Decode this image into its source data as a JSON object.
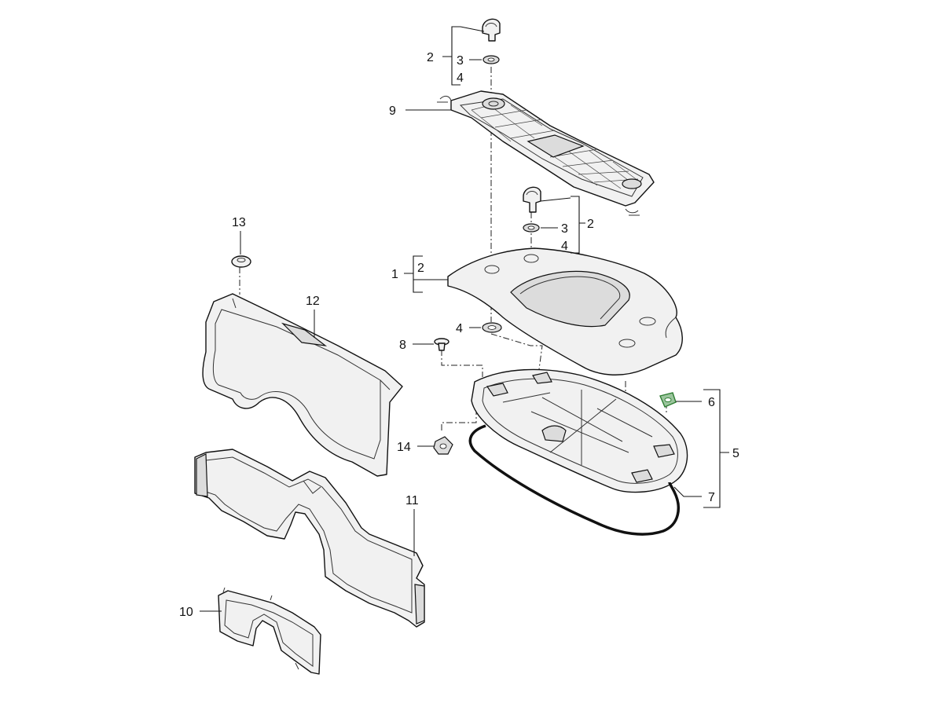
{
  "diagram": {
    "accent_color": "#2e7d32",
    "callouts": {
      "c1": "1",
      "c1b": "2",
      "c2a": "2",
      "c3a": "3",
      "c4a": "4",
      "c2b": "2",
      "c3b": "3",
      "c4b": "4",
      "c4c": "4",
      "c5": "5",
      "c6": "6",
      "c7": "7",
      "c8": "8",
      "c9": "9",
      "c10": "10",
      "c11": "11",
      "c12": "12",
      "c13": "13",
      "c14": "14"
    }
  }
}
